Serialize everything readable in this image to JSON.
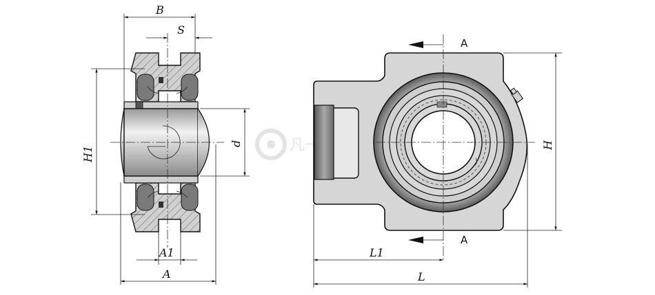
{
  "dimensions": {
    "B": "B",
    "S": "S",
    "H1": "H1",
    "d": "d",
    "A1": "A1",
    "A": "A",
    "H": "H",
    "L1": "L1",
    "L": "L"
  },
  "section_marks": {
    "top": "A",
    "bottom": "A"
  },
  "watermark": {
    "text": "凡一商城"
  },
  "colors": {
    "body": "#d6d6d6",
    "line": "#111111",
    "shade_dark": "#6b6b6b",
    "background": "#ffffff"
  }
}
